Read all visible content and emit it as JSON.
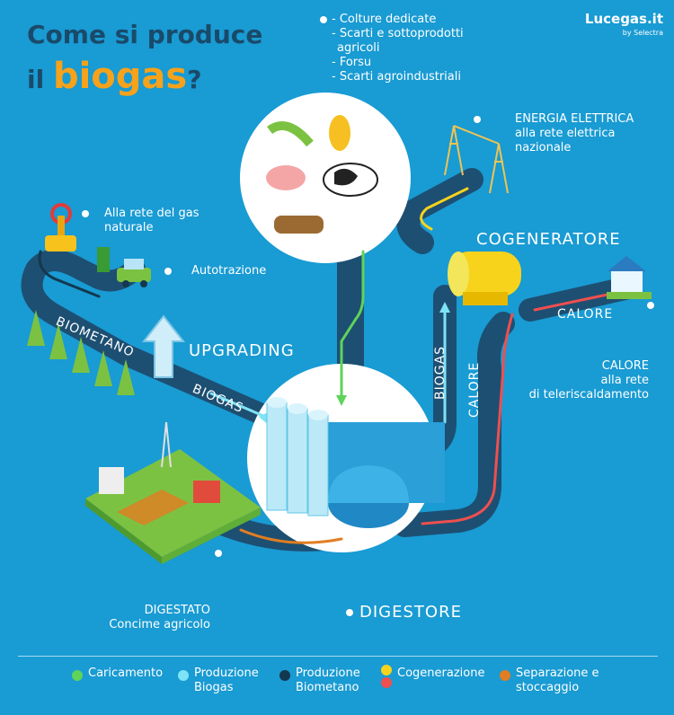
{
  "title": {
    "line1": "Come si produce",
    "line2_prefix": "il ",
    "line2_big": "biogas",
    "line2_suffix": "?"
  },
  "logo": {
    "name": "Lucegas.it",
    "sub": "by Selectra"
  },
  "inputs": {
    "lines": [
      "- Colture dedicate",
      "- Scarti e sottoprodotti",
      "agricoli",
      "- Forsu",
      "- Scarti agroindustriali"
    ]
  },
  "energy": {
    "lines": [
      "ENERGIA ELETTRICA",
      "alla rete elettrica",
      "nazionale"
    ]
  },
  "gas_grid": {
    "lines": [
      "Alla rete del gas",
      "naturale"
    ]
  },
  "autotrazione": "Autotrazione",
  "cogeneratore": "COGENERATORE",
  "calore_path": "CALORE",
  "calore_note": {
    "lines": [
      "CALORE",
      "alla rete",
      "di teleriscaldamento"
    ]
  },
  "calore_vertical": "CALORE",
  "biogas_vertical": "BIOGAS",
  "biometano": "BIOMETANO",
  "upgrading": "UPGRADING",
  "biogas_diag": "BIOGAS",
  "digestato": {
    "lines": [
      "DIGESTATO",
      "Concime agricolo"
    ]
  },
  "digestore": "DIGESTORE",
  "legend": [
    {
      "label": [
        "Caricamento"
      ],
      "color": "#5fd35a"
    },
    {
      "label": [
        "Produzione",
        "Biogas"
      ],
      "color": "#7ee3f5"
    },
    {
      "label": [
        "Produzione",
        "Biometano"
      ],
      "color": "#13384f"
    },
    {
      "label": [
        "Cogenerazione"
      ],
      "color": "#f7d31c",
      "color2": "#ef4f4f"
    },
    {
      "label": [
        "Separazione e",
        "stoccaggio"
      ],
      "color": "#e27d21"
    }
  ]
}
